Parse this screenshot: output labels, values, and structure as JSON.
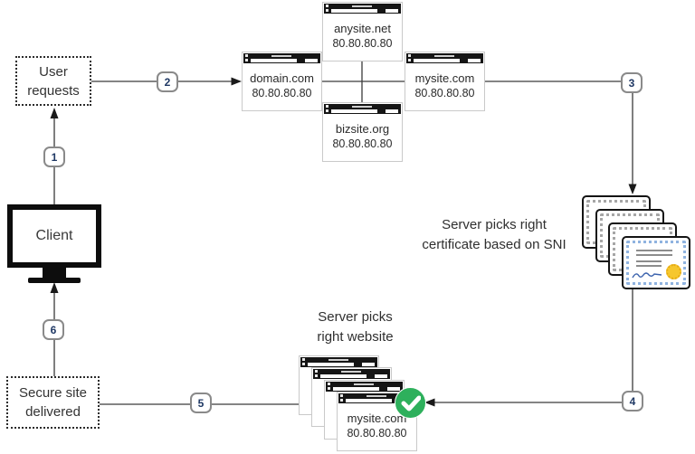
{
  "client": {
    "label": "Client"
  },
  "user_requests": {
    "line1": "User",
    "line2": "requests"
  },
  "secure_site": {
    "line1": "Secure site",
    "line2": "delivered"
  },
  "steps": [
    "1",
    "2",
    "3",
    "4",
    "5",
    "6"
  ],
  "server_windows": [
    {
      "domain": "domain.com",
      "ip": "80.80.80.80"
    },
    {
      "domain": "anysite.net",
      "ip": "80.80.80.80"
    },
    {
      "domain": "mysite.com",
      "ip": "80.80.80.80"
    },
    {
      "domain": "bizsite.org",
      "ip": "80.80.80.80"
    }
  ],
  "certificate_note": {
    "line1": "Server picks right",
    "line2": "certificate based on SNI"
  },
  "website_note": {
    "line1": "Server picks",
    "line2": "right website"
  },
  "picked_website": {
    "domain": "mysite.com",
    "ip": "80.80.80.80"
  },
  "colors": {
    "line": "#3a3a3a",
    "step_number": "#1f3864",
    "check_green": "#2eb05c",
    "cert_border_blue": "#8fb3e0",
    "seal_gold": "#f6c72e",
    "signature_blue": "#3b62ad"
  }
}
